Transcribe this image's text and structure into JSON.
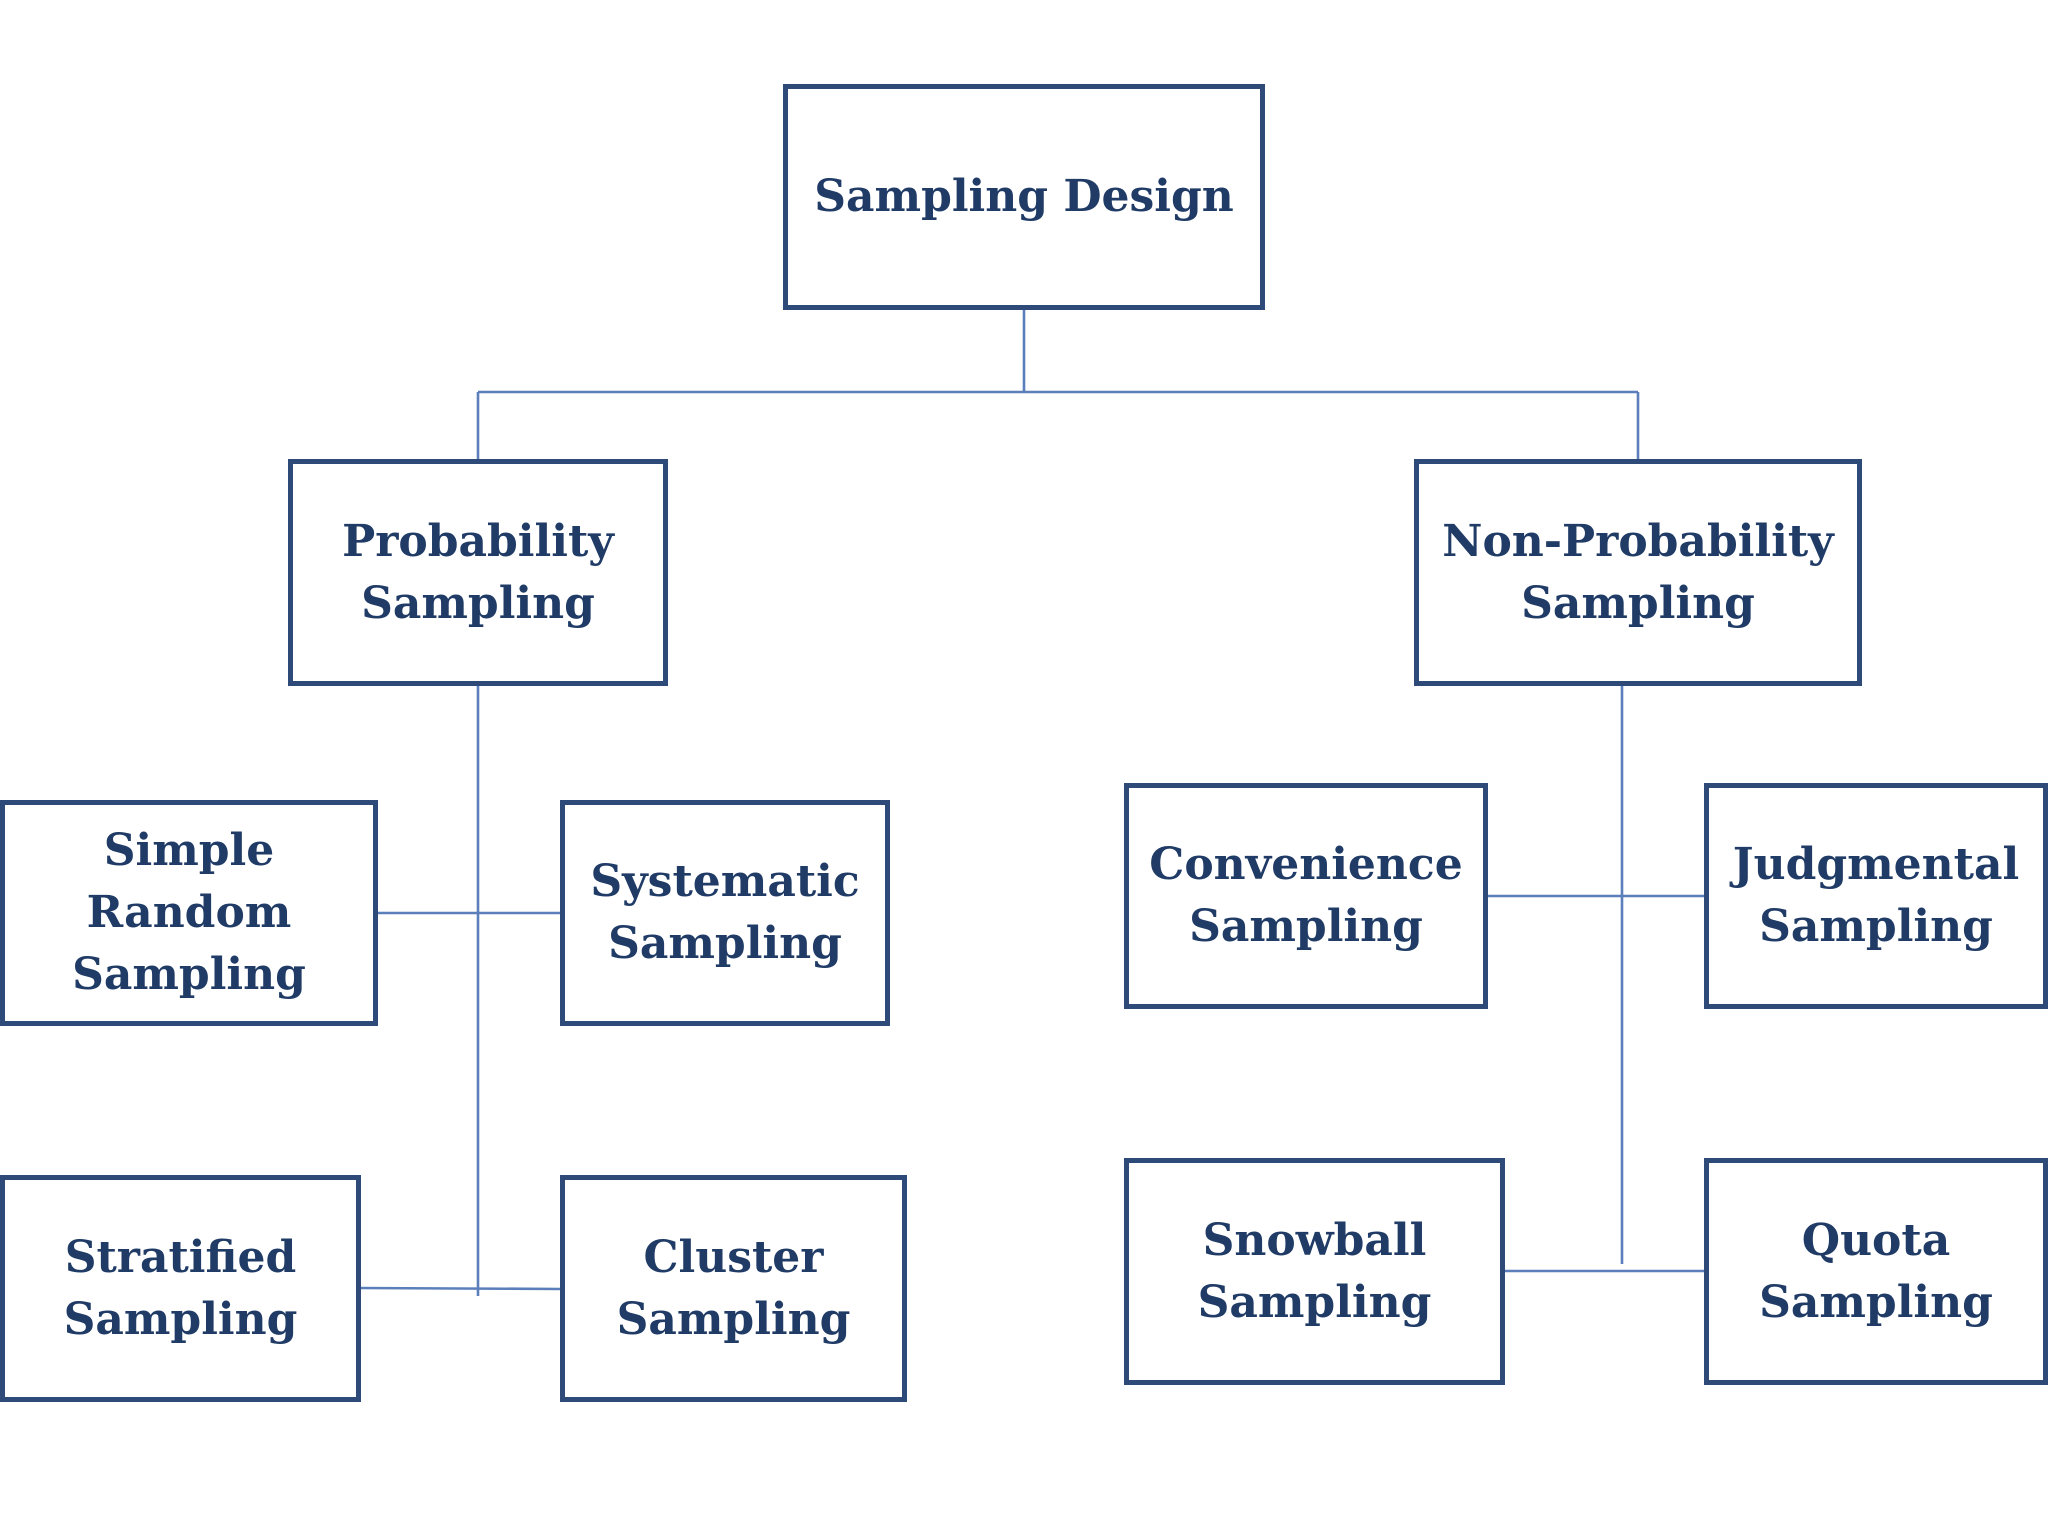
{
  "diagram": {
    "colors": {
      "box_border": "#2e4a78",
      "text": "#1f3b66",
      "connector": "#5b7fba",
      "background": "#ffffff"
    },
    "root": {
      "label": "Sampling Design"
    },
    "probability": {
      "label": "Probability\nSampling",
      "children": {
        "simple_random": "Simple\nRandom\nSampling",
        "systematic": "Systematic\nSampling",
        "stratified": "Stratified\nSampling",
        "cluster": "Cluster\nSampling"
      }
    },
    "non_probability": {
      "label": "Non-Probability\nSampling",
      "children": {
        "convenience": "Convenience\nSampling",
        "judgmental": "Judgmental\nSampling",
        "snowball": "Snowball\nSampling",
        "quota": "Quota\nSampling"
      }
    }
  }
}
